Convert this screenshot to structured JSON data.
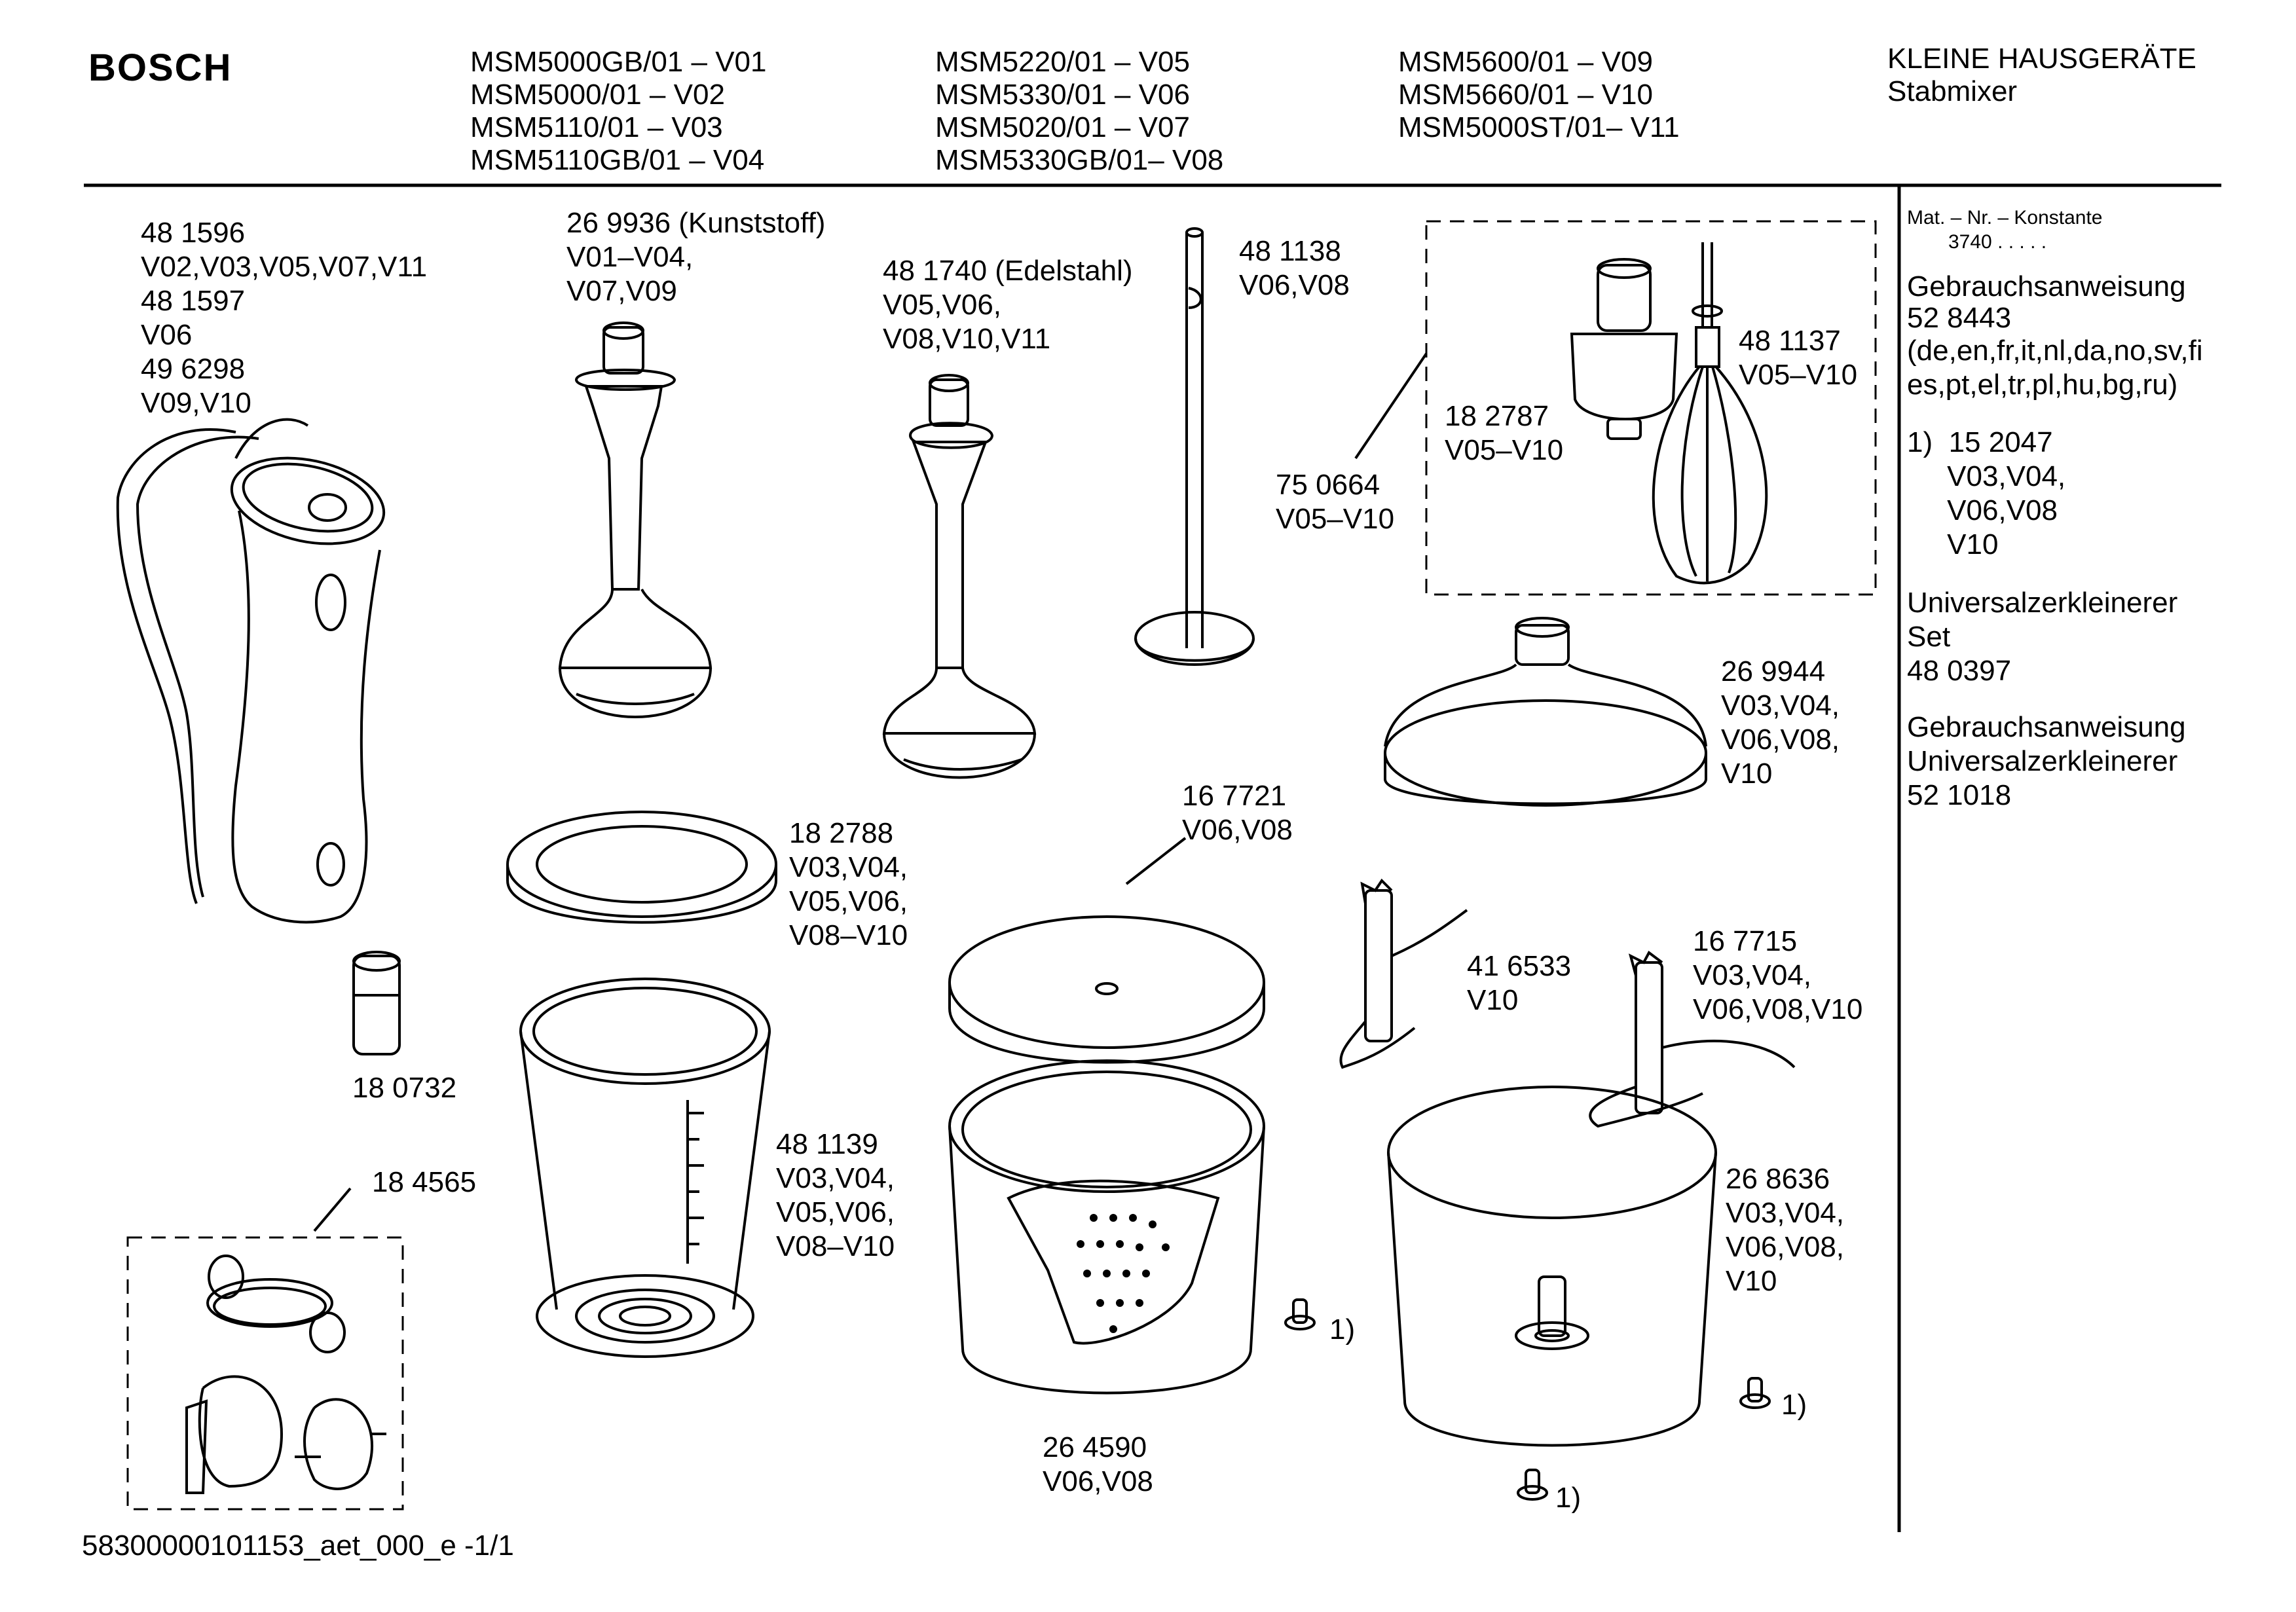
{
  "header": {
    "brand": "BOSCH",
    "models_col1": [
      "MSM5000GB/01 – V01",
      "MSM5000/01      – V02",
      "MSM5110/01       – V03",
      "MSM5110GB/01 – V04"
    ],
    "models_col2": [
      "MSM5220/01       – V05",
      "MSM5330/01       – V06",
      "MSM5020/01       – V07",
      "MSM5330GB/01– V08"
    ],
    "models_col3": [
      "MSM5600/01 – V09",
      "MSM5660/01 – V10",
      "MSM5000ST/01– V11"
    ],
    "category": "KLEINE HAUSGERÄTE",
    "subcategory": "Stabmixer"
  },
  "parts": {
    "p_481596": "48 1596\nV02,V03,V05,V07,V11\n48 1597\nV06\n49 6298\nV09,V10",
    "p_269936": "26 9936 (Kunststoff)\nV01–V04,\nV07,V09",
    "p_481740": "48 1740 (Edelstahl)\nV05,V06,\nV08,V10,V11",
    "p_481138": "48 1138\nV06,V08",
    "p_182787": "18 2787\nV05–V10",
    "p_481137": "48 1137\nV05–V10",
    "p_750664": "75 0664\nV05–V10",
    "p_269944": "26 9944\nV03,V04,\nV06,V08,\nV10",
    "p_182788": "18 2788\nV03,V04,\nV05,V06,\nV08–V10",
    "p_167721": "16 7721\nV06,V08",
    "p_180732": "18 0732",
    "p_184565": "18 4565",
    "p_481139": "48 1139\nV03,V04,\nV05,V06,\nV08–V10",
    "p_416533": "41 6533\nV10",
    "p_167715": "16 7715\nV03,V04,\nV06,V08,V10",
    "p_268636": "26 8636\nV03,V04,\nV06,V08,\nV10",
    "p_264590": "26 4590\nV06,V08",
    "note_marker": "1)"
  },
  "sidebar": {
    "mat_label": "Mat. – Nr. – Konstante",
    "mat_value": "3740  .  .  .  .  .",
    "manual_title": "Gebrauchsanweisung",
    "manual_number": "52 8443",
    "manual_languages": "(de,en,fr,it,nl,da,no,sv,fi\nes,pt,el,tr,pl,hu,bg,ru)",
    "footnote": "1)  15 2047\n     V03,V04,\n     V06,V08\n     V10",
    "chopper_set": "Universalzerkleinerer\nSet\n48 0397",
    "chopper_manual": "Gebrauchsanweisung\nUniversalzerkleinerer\n52 1018"
  },
  "footer": {
    "doc_id": "58300000101153_aet_000_e -1/1"
  }
}
